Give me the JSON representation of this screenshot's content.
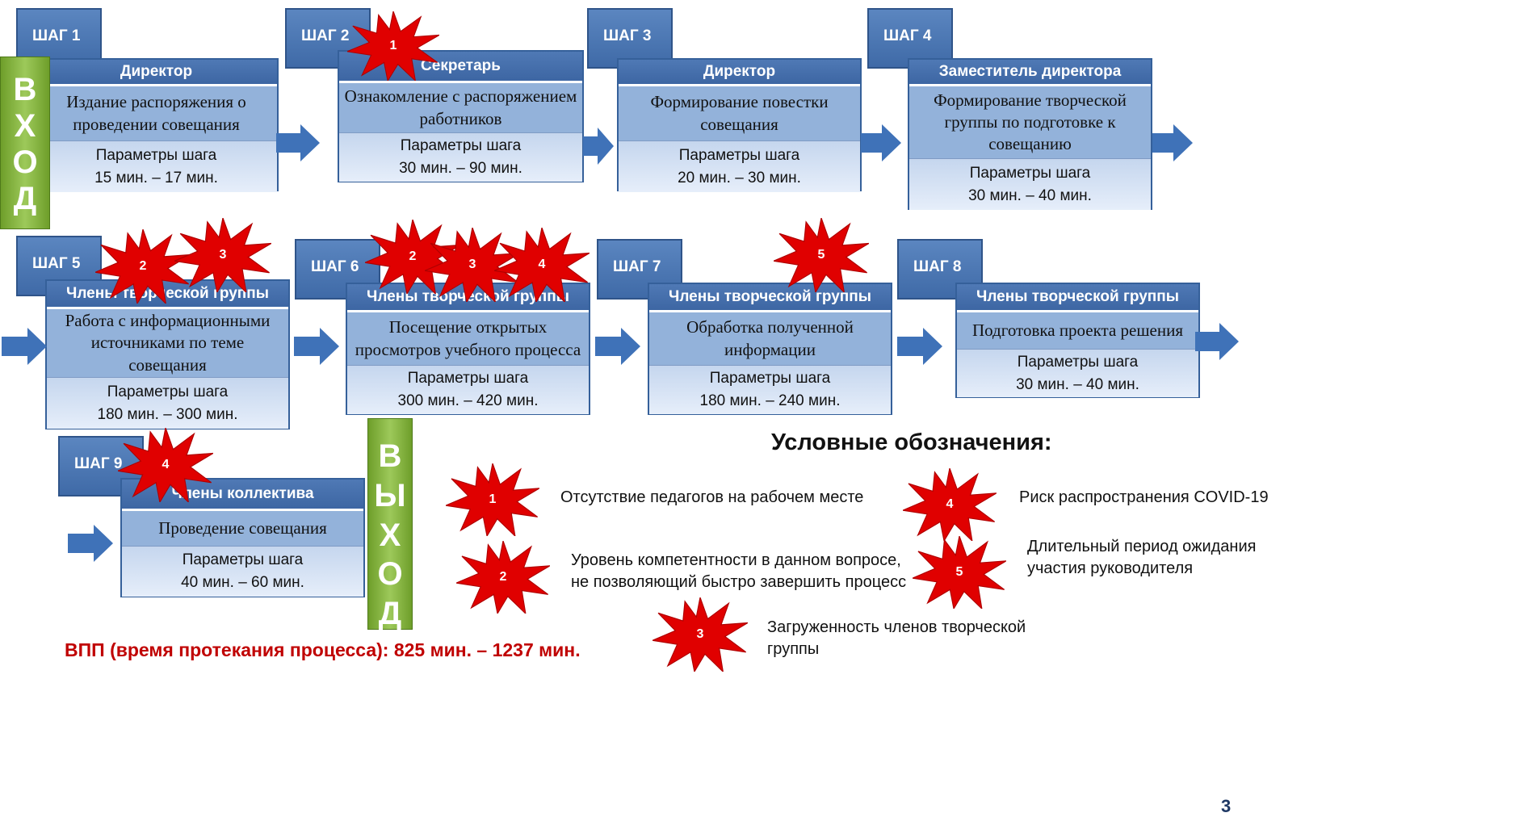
{
  "params_label": "Параметры шага",
  "steps": [
    {
      "tab": "ШАГ 1",
      "role": "Директор",
      "action": "Издание распоряжения о проведении совещания",
      "time": "15 мин. –  17 мин."
    },
    {
      "tab": "ШАГ 2",
      "role": "Секретарь",
      "action": "Ознакомление с распоряжением работников",
      "time": "30 мин. –  90 мин."
    },
    {
      "tab": "ШАГ 3",
      "role": "Директор",
      "action": "Формирование повестки совещания",
      "time": "20 мин. –  30 мин."
    },
    {
      "tab": "ШАГ 4",
      "role": "Заместитель  директора",
      "action": "Формирование творческой группы по подготовке к совещанию",
      "time": "30 мин. – 40 мин."
    },
    {
      "tab": "ШАГ 5",
      "role": "Члены творческой группы",
      "action": "Работа с информационными источниками по теме совещания",
      "time": "180 мин. –  300 мин."
    },
    {
      "tab": "ШАГ 6",
      "role": "Члены творческой группы",
      "action": "Посещение открытых просмотров учебного процесса",
      "time": "300 мин. – 420 мин."
    },
    {
      "tab": "ШАГ 7",
      "role": "Члены творческой группы",
      "action": "Обработка полученной информации",
      "time": "180 мин. –  240 мин."
    },
    {
      "tab": "ШАГ 8",
      "role": "Члены творческой группы",
      "action": "Подготовка проекта решения",
      "time": "30 мин. –  40 мин."
    },
    {
      "tab": "ШАГ 9",
      "role": "Члены коллектива",
      "action": "Проведение совещания",
      "time": "40 мин. –  60 мин."
    }
  ],
  "entry_letters": [
    "В",
    "Х",
    "О",
    "Д"
  ],
  "exit_letters": [
    "В",
    "Ы",
    "Х",
    "О",
    "Д"
  ],
  "star_labels": [
    "1",
    "2",
    "3",
    "2",
    "3",
    "4",
    "5",
    "4"
  ],
  "legend": {
    "title": "Условные обозначения:",
    "items": [
      {
        "num": "1",
        "text": "Отсутствие педагогов на рабочем месте"
      },
      {
        "num": "2",
        "text": "Уровень компетентности в данном вопросе, не позволяющий быстро завершить процесс"
      },
      {
        "num": "3",
        "text": "Загруженность членов творческой группы"
      },
      {
        "num": "4",
        "text": "Риск распространения COVID-19"
      },
      {
        "num": "5",
        "text": "Длительный период ожидания участия  руководителя"
      }
    ]
  },
  "footer": "ВПП (время протекания процесса): 825 мин. – 1237 мин.",
  "page_number": "3",
  "colors": {
    "star": "#e00000",
    "tab": "#4a76b3",
    "arrow": "#3f72b8",
    "exit_bar": "#8bbd45",
    "footer": "#c00000"
  }
}
